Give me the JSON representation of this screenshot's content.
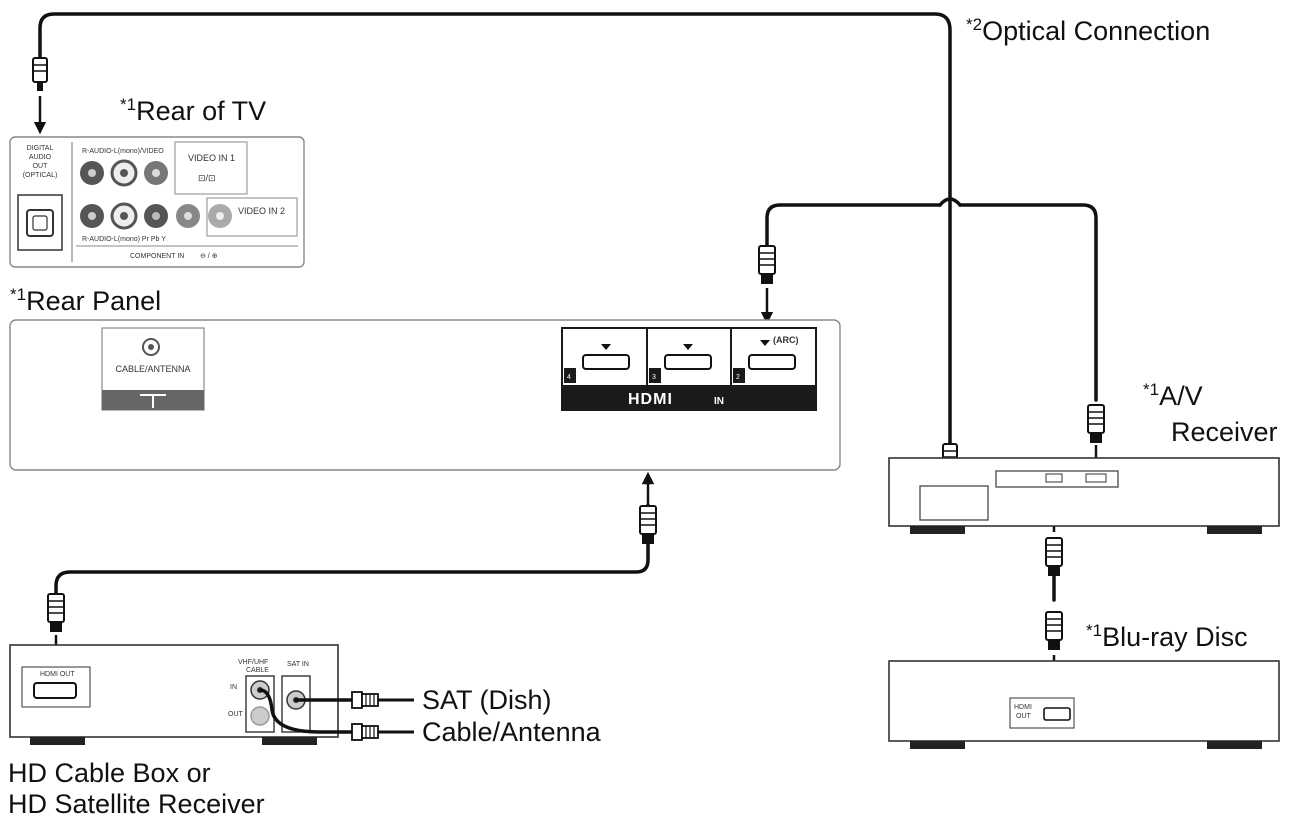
{
  "labels": {
    "optical_connection": {
      "mark": "*2",
      "text": "Optical Connection"
    },
    "rear_of_tv": {
      "mark": "*1",
      "text": "Rear of TV"
    },
    "rear_panel": {
      "mark": "*1",
      "text": "Rear Panel"
    },
    "av_receiver": {
      "mark": "*1",
      "text_line1": "A/V",
      "text_line2": "Receiver"
    },
    "bluray_disc": {
      "mark": "*1",
      "text": "Blu-ray Disc"
    },
    "sat_dish": "SAT (Dish)",
    "cable_antenna": "Cable/Antenna",
    "hd_box": {
      "line1": "HD Cable Box or",
      "line2": "HD Satellite Receiver"
    }
  },
  "tv_rear": {
    "digital_audio": [
      "DIGITAL",
      "AUDIO",
      "OUT",
      "(OPTICAL)"
    ],
    "row1_label": "R-AUDIO-L(mono)/VIDEO",
    "video_in_1": "VIDEO IN 1",
    "row2_label": "R-AUDIO-L(mono) Pr    Pb    Y",
    "video_in_2": "VIDEO IN 2",
    "component_in": "COMPONENT IN"
  },
  "rear_panel": {
    "cable_antenna_port": "CABLE/ANTENNA",
    "hdmi_logo": "HDMI",
    "hdmi_in": "IN",
    "arc": "(ARC)",
    "port_numbers": [
      "4",
      "3",
      "2"
    ]
  },
  "cable_box": {
    "hdmi_out": "HDMI OUT",
    "vhf_uhf": "VHF/UHF",
    "cable_sub": "CABLE",
    "sat_in": "SAT IN",
    "in": "IN",
    "out": "OUT"
  },
  "bluray": {
    "hdmi_out_line1": "HDMI",
    "hdmi_out_line2": "OUT"
  },
  "colors": {
    "line": "#111111",
    "panel_border": "#888888",
    "hdmi_bar": "#1a1a1a"
  }
}
